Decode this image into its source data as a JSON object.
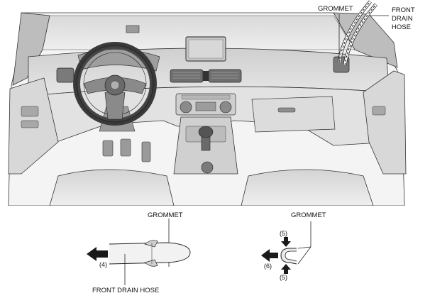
{
  "labels": {
    "grommet_top": "GROMMET",
    "front_drain_hose_top": [
      "FRONT",
      "DRAIN",
      "HOSE"
    ],
    "grommet_left": "GROMMET",
    "grommet_right": "GROMMET",
    "front_drain_hose_bottom": "FRONT DRAIN HOSE",
    "step_4": "(4)",
    "step_5_top": "(5)",
    "step_5_bottom": "(5)",
    "step_6": "(6)"
  },
  "colors": {
    "line": "#222222",
    "shade_light": "#ececec",
    "shade_mid": "#d6d6d6",
    "shade_dark": "#a9a9a9",
    "arrow": "#1a1a1a"
  },
  "icons": {
    "pull_arrow_left": "arrow-left-icon",
    "push_arrow_down": "arrow-down-icon",
    "push_arrow_up": "arrow-up-icon"
  }
}
